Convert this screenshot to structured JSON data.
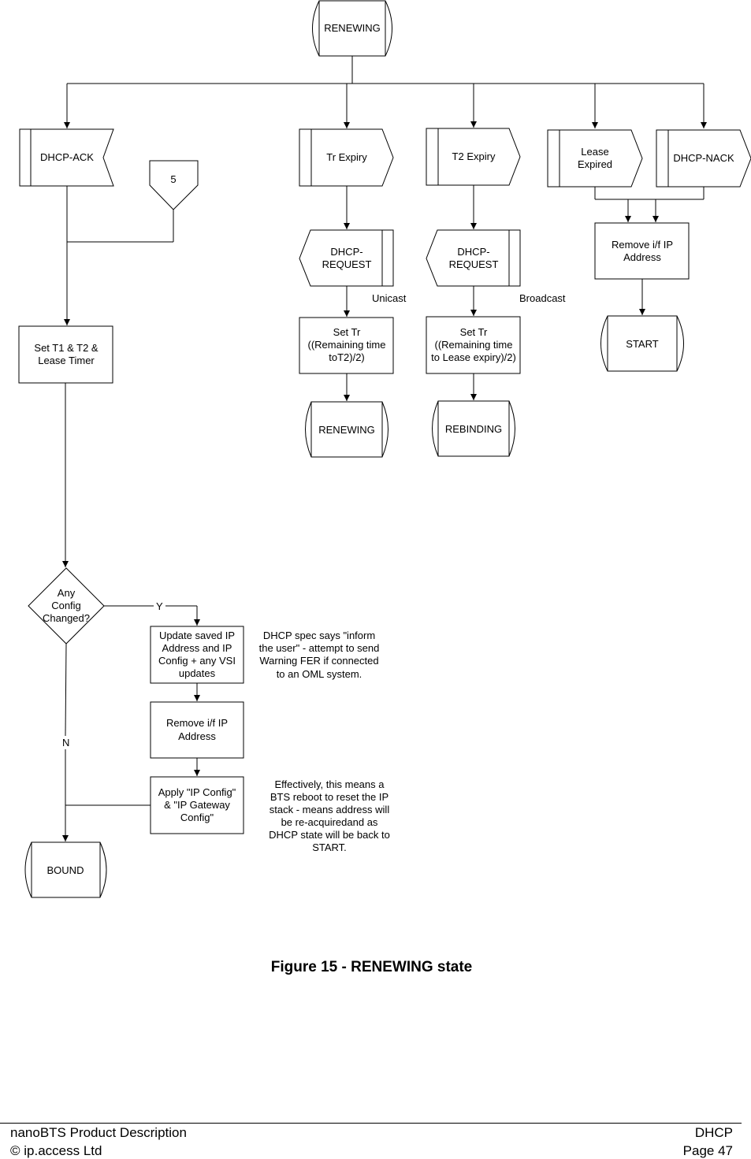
{
  "diagram": {
    "start_state": "RENEWING",
    "inputs": {
      "dhcp_ack": "DHCP-ACK",
      "tr_expiry": "Tr Expiry",
      "t2_expiry": "T2 Expiry",
      "lease_expired": [
        "Lease",
        "Expired"
      ],
      "dhcp_nack": "DHCP-NACK"
    },
    "connector": "5",
    "outputs": {
      "request_unicast": [
        "DHCP-",
        "REQUEST"
      ],
      "request_broadcast": [
        "DHCP-",
        "REQUEST"
      ]
    },
    "labels": {
      "unicast": "Unicast",
      "broadcast": "Broadcast",
      "yes": "Y",
      "no": "N"
    },
    "tasks": {
      "remove_ip_top": [
        "Remove i/f IP",
        "Address"
      ],
      "set_t1_t2": [
        "Set T1 & T2 &",
        "Lease Timer"
      ],
      "set_tr_renewing": [
        "Set Tr",
        "((Remaining time",
        "toT2)/2)"
      ],
      "set_tr_rebinding": [
        "Set Tr",
        "((Remaining time",
        "to Lease expiry)/2)"
      ],
      "update_saved": [
        "Update saved IP",
        "Address and IP",
        "Config + any VSI",
        "updates"
      ],
      "remove_ip_bottom": [
        "Remove i/f IP",
        "Address"
      ],
      "apply_config": [
        "Apply \"IP Config\"",
        "& \"IP Gateway",
        "Config\""
      ]
    },
    "decision": [
      "Any",
      "Config",
      "Changed?"
    ],
    "states": {
      "start": "START",
      "renewing": "RENEWING",
      "rebinding": "REBINDING",
      "bound": "BOUND"
    },
    "comments": {
      "inform_user": [
        "DHCP spec says \"inform",
        "the user\" - attempt to send",
        "Warning FER if connected",
        "to an OML system."
      ],
      "reboot": [
        "Effectively, this means a",
        "BTS reboot to reset the IP",
        "stack - means address will",
        "be re-acquiredand as",
        "DHCP state will be back to",
        "START."
      ]
    }
  },
  "caption": "Figure 15 - RENEWING state",
  "footer": {
    "product": "nanoBTS Product Description",
    "copyright": "© ip.access Ltd",
    "section": "DHCP",
    "page": "Page 47"
  }
}
